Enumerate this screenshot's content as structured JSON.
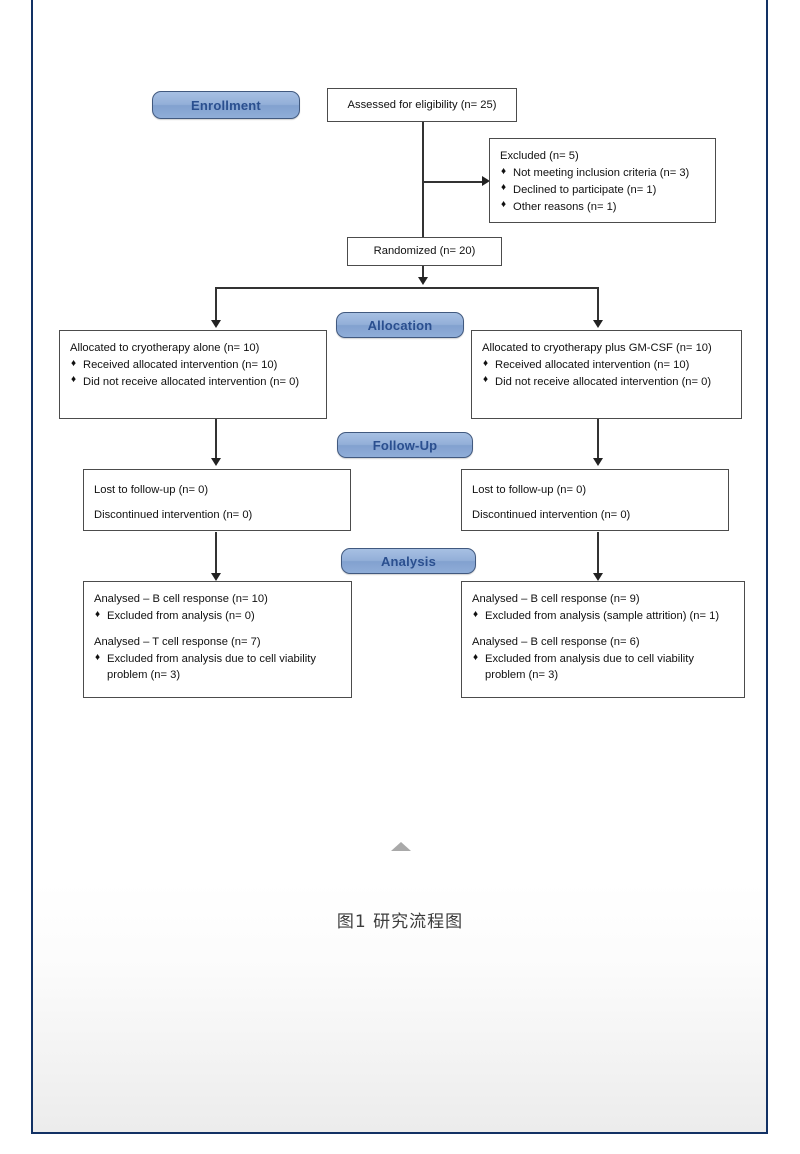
{
  "figure": {
    "caption": "图1 研究流程图",
    "collapse_marker": "triangle-up"
  },
  "stages": [
    {
      "id": "enrollment",
      "label": "Enrollment"
    },
    {
      "id": "allocation",
      "label": "Allocation"
    },
    {
      "id": "followup",
      "label": "Follow-Up"
    },
    {
      "id": "analysis",
      "label": "Analysis"
    }
  ],
  "nodes": {
    "assessed": {
      "title": "Assessed for eligibility (n= 25)"
    },
    "excluded": {
      "title": "Excluded (n= 5)",
      "items": [
        "Not meeting inclusion criteria (n= 3)",
        "Declined to participate (n= 1)",
        "Other reasons (n= 1)"
      ]
    },
    "randomized": {
      "title": "Randomized (n= 20)"
    },
    "alloc_left": {
      "title": "Allocated to cryotherapy alone (n= 10)",
      "items": [
        "Received allocated intervention (n= 10)",
        "Did not receive allocated intervention (n= 0)"
      ]
    },
    "alloc_right": {
      "title": "Allocated to cryotherapy plus GM-CSF (n= 10)",
      "items": [
        "Received allocated intervention (n= 10)",
        "Did not receive allocated intervention (n= 0)"
      ]
    },
    "follow_left": {
      "line1": "Lost to follow-up (n= 0)",
      "line2": "Discontinued intervention (n= 0)"
    },
    "follow_right": {
      "line1": "Lost to follow-up (n= 0)",
      "line2": "Discontinued intervention (n= 0)"
    },
    "analysis_left": {
      "title1": "Analysed – B cell response (n= 10)",
      "item1": "Excluded from analysis (n= 0)",
      "title2": "Analysed – T cell response (n= 7)",
      "item2": "Excluded from analysis due to cell viability problem (n= 3)"
    },
    "analysis_right": {
      "title1": "Analysed – B cell response (n= 9)",
      "item1": "Excluded from analysis (sample attrition) (n= 1)",
      "title2": "Analysed – B cell response (n= 6)",
      "item2": "Excluded from analysis due to cell viability problem (n= 3)"
    }
  },
  "colors": {
    "pill_fill": "#8FAED8",
    "pill_text": "#2A4F8F",
    "pill_border": "#41597F",
    "box_border": "#4C4C4C",
    "connector": "#333333",
    "page_border": "#123164",
    "marker": "#A9A9A9"
  },
  "bullet_glyph": "♦"
}
